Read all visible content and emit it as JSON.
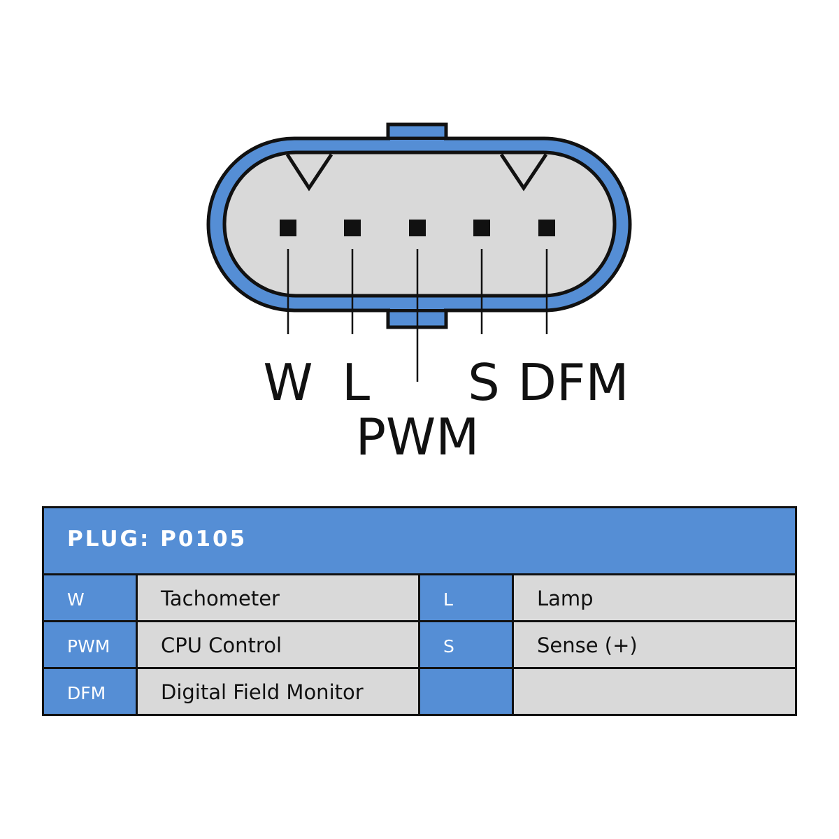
{
  "connector": {
    "name": "alternator-plug-connector",
    "colors": {
      "shell": "#558ed5",
      "body": "#d9d9d9",
      "outline": "#111111"
    },
    "pins": [
      {
        "label": "W"
      },
      {
        "label": "L"
      },
      {
        "label": "PWM"
      },
      {
        "label": "S"
      },
      {
        "label": "DFM"
      }
    ]
  },
  "table": {
    "title": "PLUG: P0105",
    "header_color": "#558ed5",
    "cell_color": "#d9d9d9",
    "rows": [
      {
        "code_left": "W",
        "desc_left": "Tachometer",
        "code_right": "L",
        "desc_right": "Lamp"
      },
      {
        "code_left": "PWM",
        "desc_left": "CPU Control",
        "code_right": "S",
        "desc_right": "Sense (+)"
      },
      {
        "code_left": "DFM",
        "desc_left": "Digital Field Monitor",
        "code_right": "",
        "desc_right": ""
      }
    ]
  }
}
